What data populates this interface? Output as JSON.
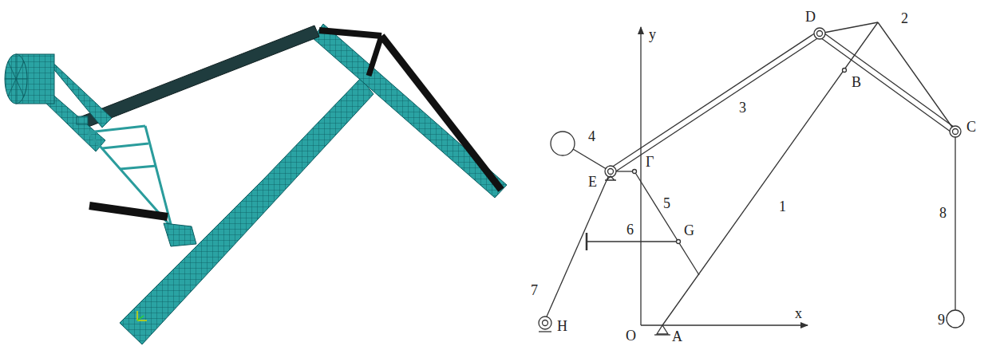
{
  "diagram": {
    "labels": [
      "y",
      "D",
      "2",
      "B",
      "C",
      "3",
      "4",
      "E",
      "Г",
      "5",
      "1",
      "G",
      "6",
      "8",
      "7",
      "H",
      "9",
      "O",
      "A",
      "x"
    ]
  }
}
